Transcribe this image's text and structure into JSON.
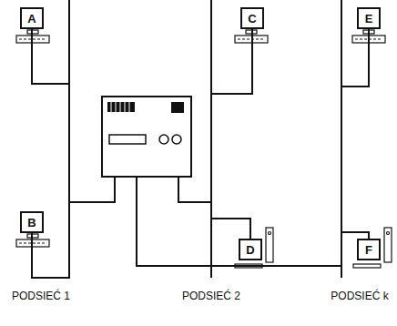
{
  "diagram": {
    "nodes": [
      {
        "text": [
          "A"
        ]
      },
      {
        "text": [
          "B"
        ]
      },
      {
        "text": [
          "C"
        ]
      },
      {
        "text": [
          "D"
        ]
      },
      {
        "text": [
          "E"
        ]
      },
      {
        "text": [
          "F"
        ]
      }
    ],
    "edges": [
      {
        "from": 0,
        "to": 1,
        "arrow": "none"
      },
      {
        "from": 2,
        "to": 3,
        "arrow": "none"
      },
      {
        "from": 4,
        "to": 5,
        "arrow": "none"
      }
    ],
    "labels": [
      "PODSIEĆ 1",
      "PODSIEĆ 2",
      "PODSIEĆ k"
    ]
  }
}
